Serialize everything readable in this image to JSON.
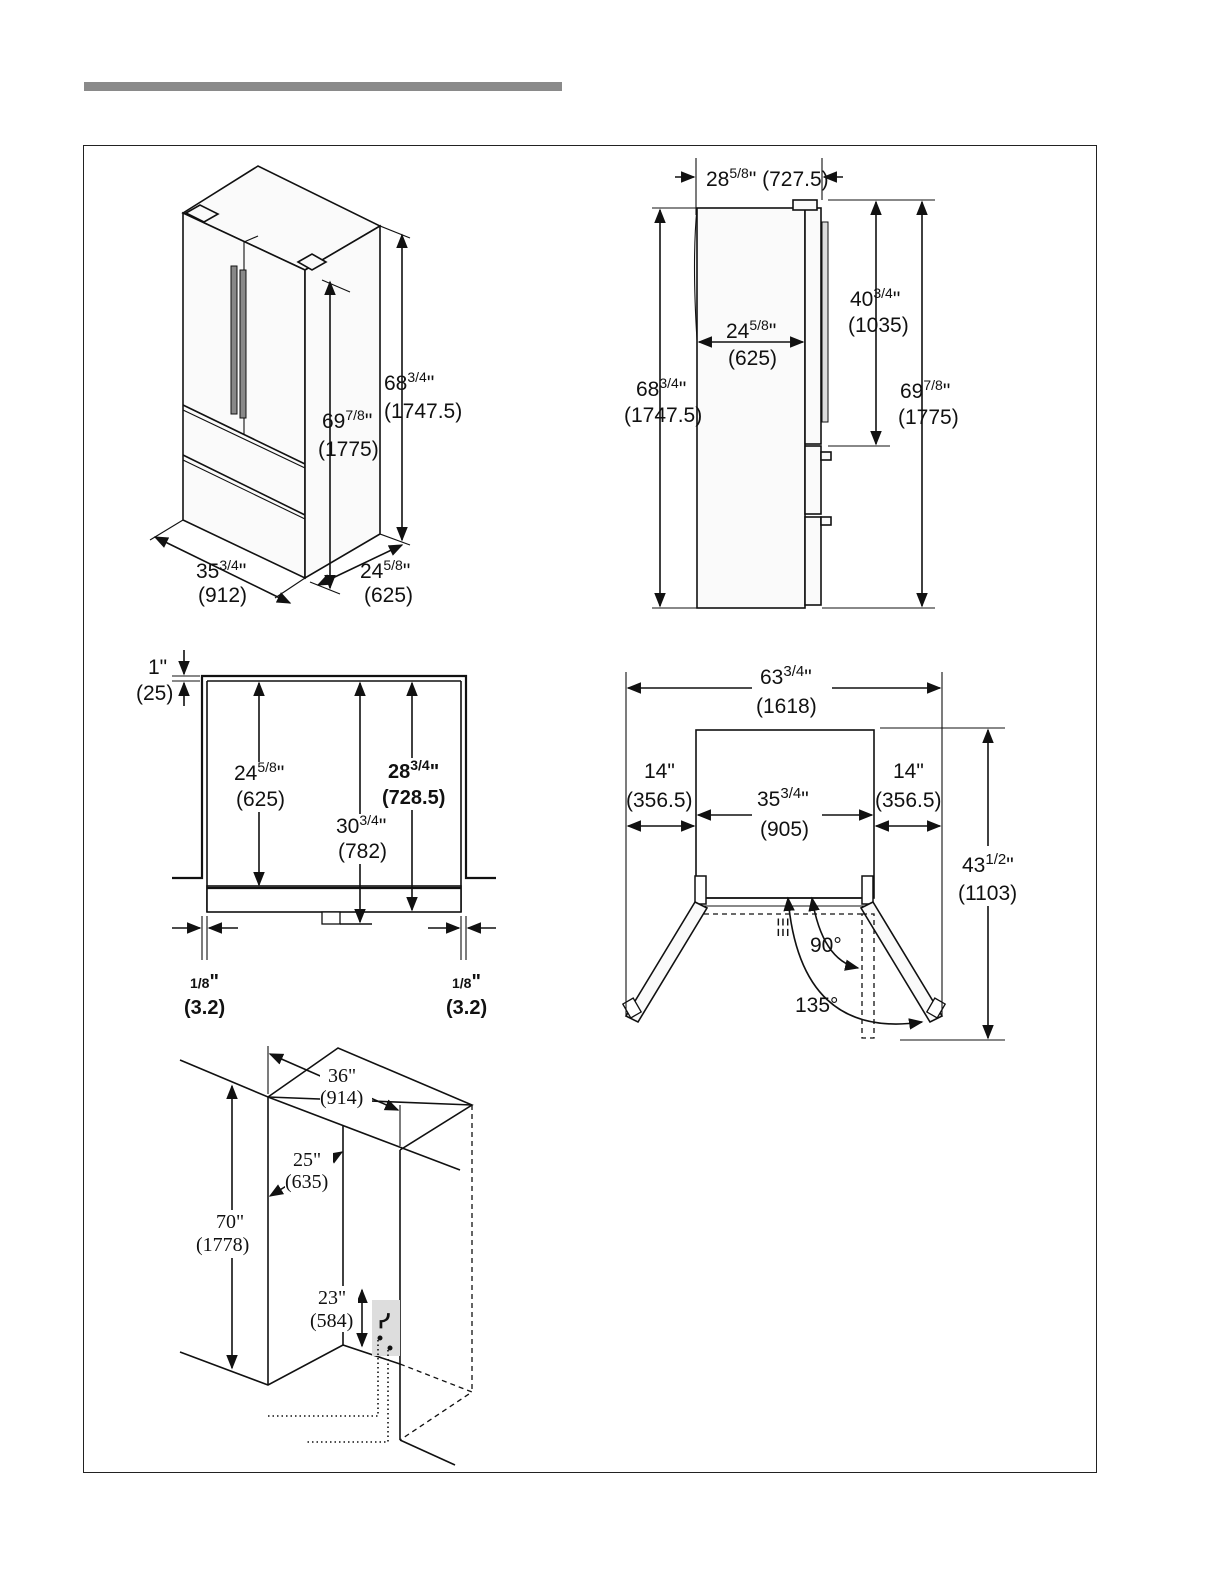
{
  "iso": {
    "height_in": "68",
    "height_frac": "3/4",
    "height_mm": "(1747.5)",
    "overall_in": "69",
    "overall_frac": "7/8",
    "overall_mm": "(1775)",
    "width_in": "35",
    "width_frac": "3/4",
    "width_mm": "(912)",
    "depth_in": "24",
    "depth_frac": "5/8",
    "depth_mm": "(625)"
  },
  "side": {
    "top_in": "28",
    "top_frac": "5/8",
    "top_mm": "(727.5)",
    "body_in": "24",
    "body_frac": "5/8",
    "body_mm": "(625)",
    "height_in": "68",
    "height_frac": "3/4",
    "height_mm": "(1747.5)",
    "door_in": "40",
    "door_frac": "3/4",
    "door_mm": "(1035)",
    "overall_in": "69",
    "overall_frac": "7/8",
    "overall_mm": "(1775)"
  },
  "plan": {
    "gap_top_in": "1\"",
    "gap_top_mm": "(25)",
    "depth_in": "24",
    "depth_frac": "5/8",
    "depth_mm": "(625)",
    "mid_in": "30",
    "mid_frac": "3/4",
    "mid_mm": "(782)",
    "full_in": "28",
    "full_frac": "3/4",
    "full_mm": "(728.5)",
    "side_gap_frac": "1/8",
    "side_gap_mm": "(3.2)"
  },
  "swing": {
    "total_in": "63",
    "total_frac": "3/4",
    "total_mm": "(1618)",
    "left_in": "14\"",
    "left_mm": "(356.5)",
    "right_in": "14\"",
    "right_mm": "(356.5)",
    "center_in": "35",
    "center_frac": "3/4",
    "center_mm": "(905)",
    "depth_in": "43",
    "depth_frac": "1/2",
    "depth_mm": "(1103)",
    "angle_90": "90°",
    "angle_135": "135°"
  },
  "niche": {
    "width_in": "36\"",
    "width_mm": "(914)",
    "depth_in": "25\"",
    "depth_mm": "(635)",
    "height_in": "70\"",
    "height_mm": "(1778)",
    "outlet_in": "23\"",
    "outlet_mm": "(584)"
  }
}
